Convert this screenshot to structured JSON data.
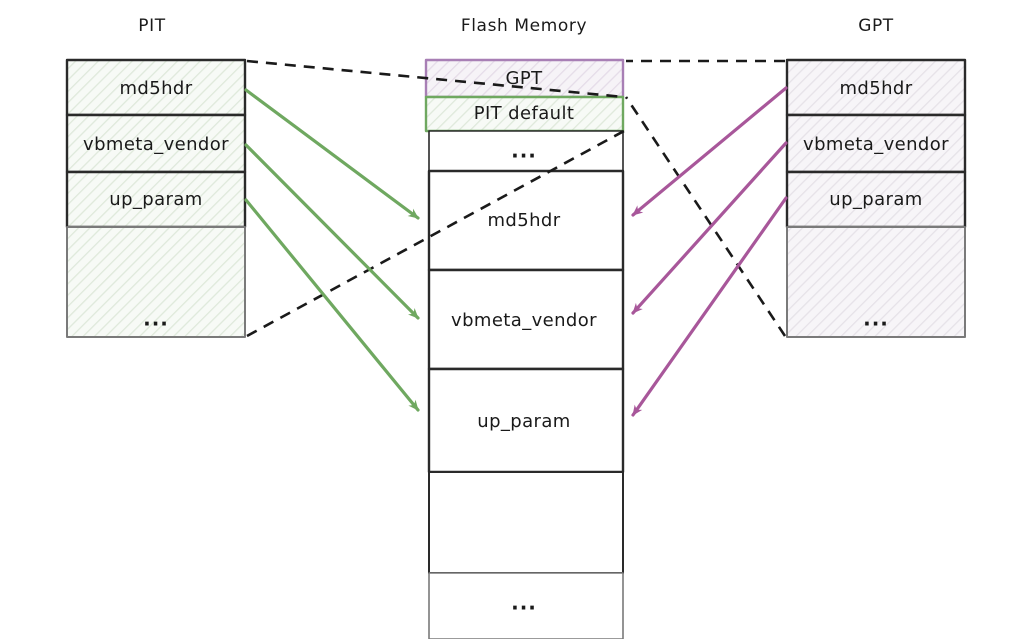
{
  "diagram": {
    "title_pit": "PIT",
    "title_flash": "Flash Memory",
    "title_gpt": "GPT",
    "ellipsis": "...",
    "colors": {
      "green_stroke": "#6fa860",
      "green_fill": "#eef5ec",
      "green_arrow": "#6fa860",
      "purple_stroke": "#a87fb5",
      "purple_fill": "#f3eef6",
      "purple_arrow": "#a8579a",
      "black_stroke": "#1a1a1a",
      "dashed_stroke": "#1a1a1a",
      "white_fill": "#ffffff",
      "gpt_box_fill": "#f5f2f6",
      "gpt_box_stroke": "#444444"
    }
  },
  "pit_box": {
    "label": "PIT",
    "rows": [
      {
        "label": "md5hdr"
      },
      {
        "label": "vbmeta_vendor"
      },
      {
        "label": "up_param"
      },
      {
        "label": "..."
      }
    ]
  },
  "flash_box": {
    "label": "Flash Memory",
    "rows": [
      {
        "label": "GPT",
        "style": "purple"
      },
      {
        "label": "PIT default",
        "style": "green"
      },
      {
        "label": "...",
        "style": "plain"
      },
      {
        "label": "md5hdr",
        "style": "plain"
      },
      {
        "label": "vbmeta_vendor",
        "style": "plain"
      },
      {
        "label": "up_param",
        "style": "plain"
      },
      {
        "label": "",
        "style": "plain"
      },
      {
        "label": "...",
        "style": "plain"
      }
    ]
  },
  "gpt_box": {
    "label": "GPT",
    "rows": [
      {
        "label": "md5hdr"
      },
      {
        "label": "vbmeta_vendor"
      },
      {
        "label": "up_param"
      },
      {
        "label": "..."
      }
    ]
  },
  "arrows": {
    "green": [
      {
        "from": "pit.md5hdr",
        "to": "flash.md5hdr"
      },
      {
        "from": "pit.vbmeta_vendor",
        "to": "flash.vbmeta_vendor"
      },
      {
        "from": "pit.up_param",
        "to": "flash.up_param"
      }
    ],
    "purple": [
      {
        "from": "gpt.md5hdr",
        "to": "flash.md5hdr"
      },
      {
        "from": "gpt.vbmeta_vendor",
        "to": "flash.vbmeta_vendor"
      },
      {
        "from": "gpt.up_param",
        "to": "flash.up_param"
      }
    ],
    "dashed": [
      {
        "from": "pit.top-right",
        "to": "flash.pit-default.top-left"
      },
      {
        "from": "pit.bottom-right",
        "to": "flash.pit-default.bottom-left"
      },
      {
        "from": "gpt.top-left",
        "to": "flash.gpt.top-right"
      },
      {
        "from": "gpt.bottom-left",
        "to": "flash.gpt.bottom-right"
      }
    ]
  }
}
